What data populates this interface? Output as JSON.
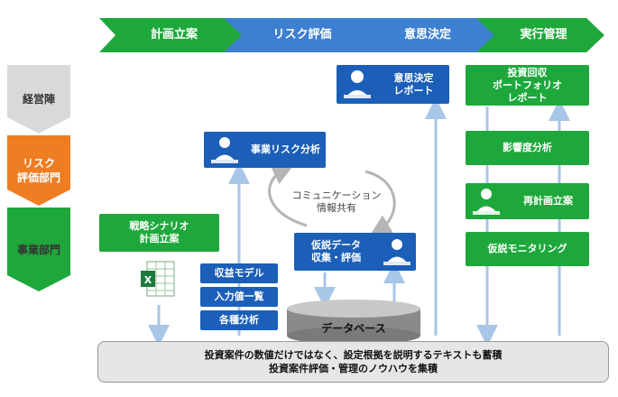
{
  "phases": [
    {
      "label": "計画立案",
      "color": "#1ea83c"
    },
    {
      "label": "リスク評価",
      "color": "#3d7fd1"
    },
    {
      "label": "意思決定",
      "color": "#3d7fd1"
    },
    {
      "label": "実行管理",
      "color": "#1ea83c"
    }
  ],
  "roles": [
    {
      "label": "経営陣"
    },
    {
      "label": "リスク\n評価部門"
    },
    {
      "label": "事業部門"
    }
  ],
  "boxes": {
    "decision_report": "意思決定\nレポート",
    "investment_report": "投資回収\nポートフォリオ\nレポート",
    "business_risk": "事業リスク分析",
    "impact_analysis": "影響度分析",
    "replan": "再計画立案",
    "strategy_plan": "戦略シナリオ\n計画立案",
    "hypothesis_data": "仮説データ\n収集・評価",
    "hypothesis_monitoring": "仮説モニタリング",
    "revenue_model": "収益モデル",
    "input_values": "入力値一覧",
    "various_analysis": "各種分析"
  },
  "communication": {
    "line1": "コミュニケーション",
    "line2": "情報共有"
  },
  "database": "データベース",
  "bottom": {
    "line1": "投資案件の数値だけではなく、設定根拠を説明するテキストも蓄積",
    "line2": "投資案件評価・管理のノウハウを集積"
  },
  "colors": {
    "green": "#1ea83c",
    "blue": "#1b5fb8",
    "light_blue": "#3d7fd1",
    "orange": "#ef7d22",
    "gray": "#d9d9d9",
    "connector": "#a7c6e8"
  },
  "icons": {
    "person": "person-icon",
    "spreadsheet": "excel-icon"
  }
}
